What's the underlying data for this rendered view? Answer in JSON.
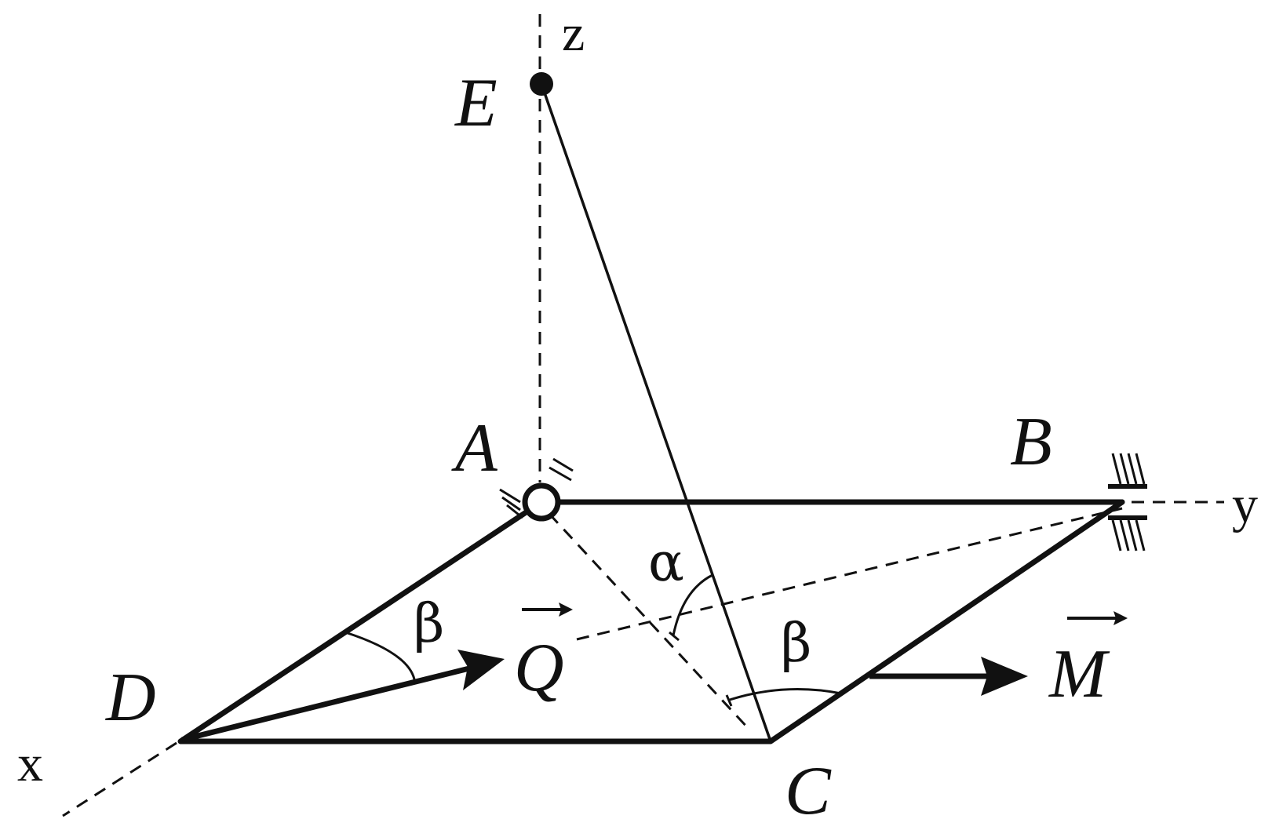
{
  "labels": {
    "z": "z",
    "y": "y",
    "x": "x",
    "E": "E",
    "A": "A",
    "B": "B",
    "C": "C",
    "D": "D",
    "Q": "Q",
    "M": "M",
    "alpha": "α",
    "beta_left": "β",
    "beta_right": "β"
  },
  "colors": {
    "ink": "#111111",
    "background": "#ffffff"
  }
}
